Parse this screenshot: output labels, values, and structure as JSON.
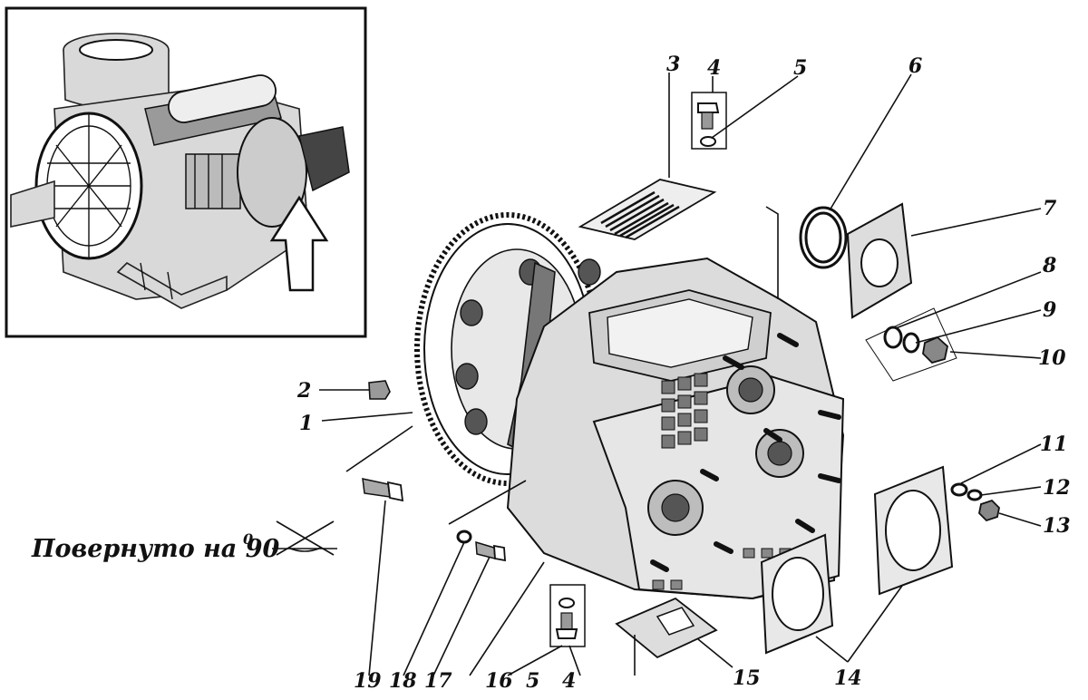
{
  "caption": {
    "text": "Повернуто на 90",
    "degree": "0"
  },
  "labels": [
    {
      "id": "callout-1",
      "text": "1"
    },
    {
      "id": "callout-2",
      "text": "2"
    },
    {
      "id": "callout-3",
      "text": "3"
    },
    {
      "id": "callout-4-top",
      "text": "4"
    },
    {
      "id": "callout-5-top",
      "text": "5"
    },
    {
      "id": "callout-6",
      "text": "6"
    },
    {
      "id": "callout-7",
      "text": "7"
    },
    {
      "id": "callout-8",
      "text": "8"
    },
    {
      "id": "callout-9",
      "text": "9"
    },
    {
      "id": "callout-10",
      "text": "10"
    },
    {
      "id": "callout-11",
      "text": "11"
    },
    {
      "id": "callout-12",
      "text": "12"
    },
    {
      "id": "callout-13",
      "text": "13"
    },
    {
      "id": "callout-14",
      "text": "14"
    },
    {
      "id": "callout-15",
      "text": "15"
    },
    {
      "id": "callout-16",
      "text": "16"
    },
    {
      "id": "callout-17",
      "text": "17"
    },
    {
      "id": "callout-18",
      "text": "18"
    },
    {
      "id": "callout-19",
      "text": "19"
    },
    {
      "id": "callout-5-bottom",
      "text": "5"
    },
    {
      "id": "callout-4-bottom",
      "text": "4"
    }
  ]
}
